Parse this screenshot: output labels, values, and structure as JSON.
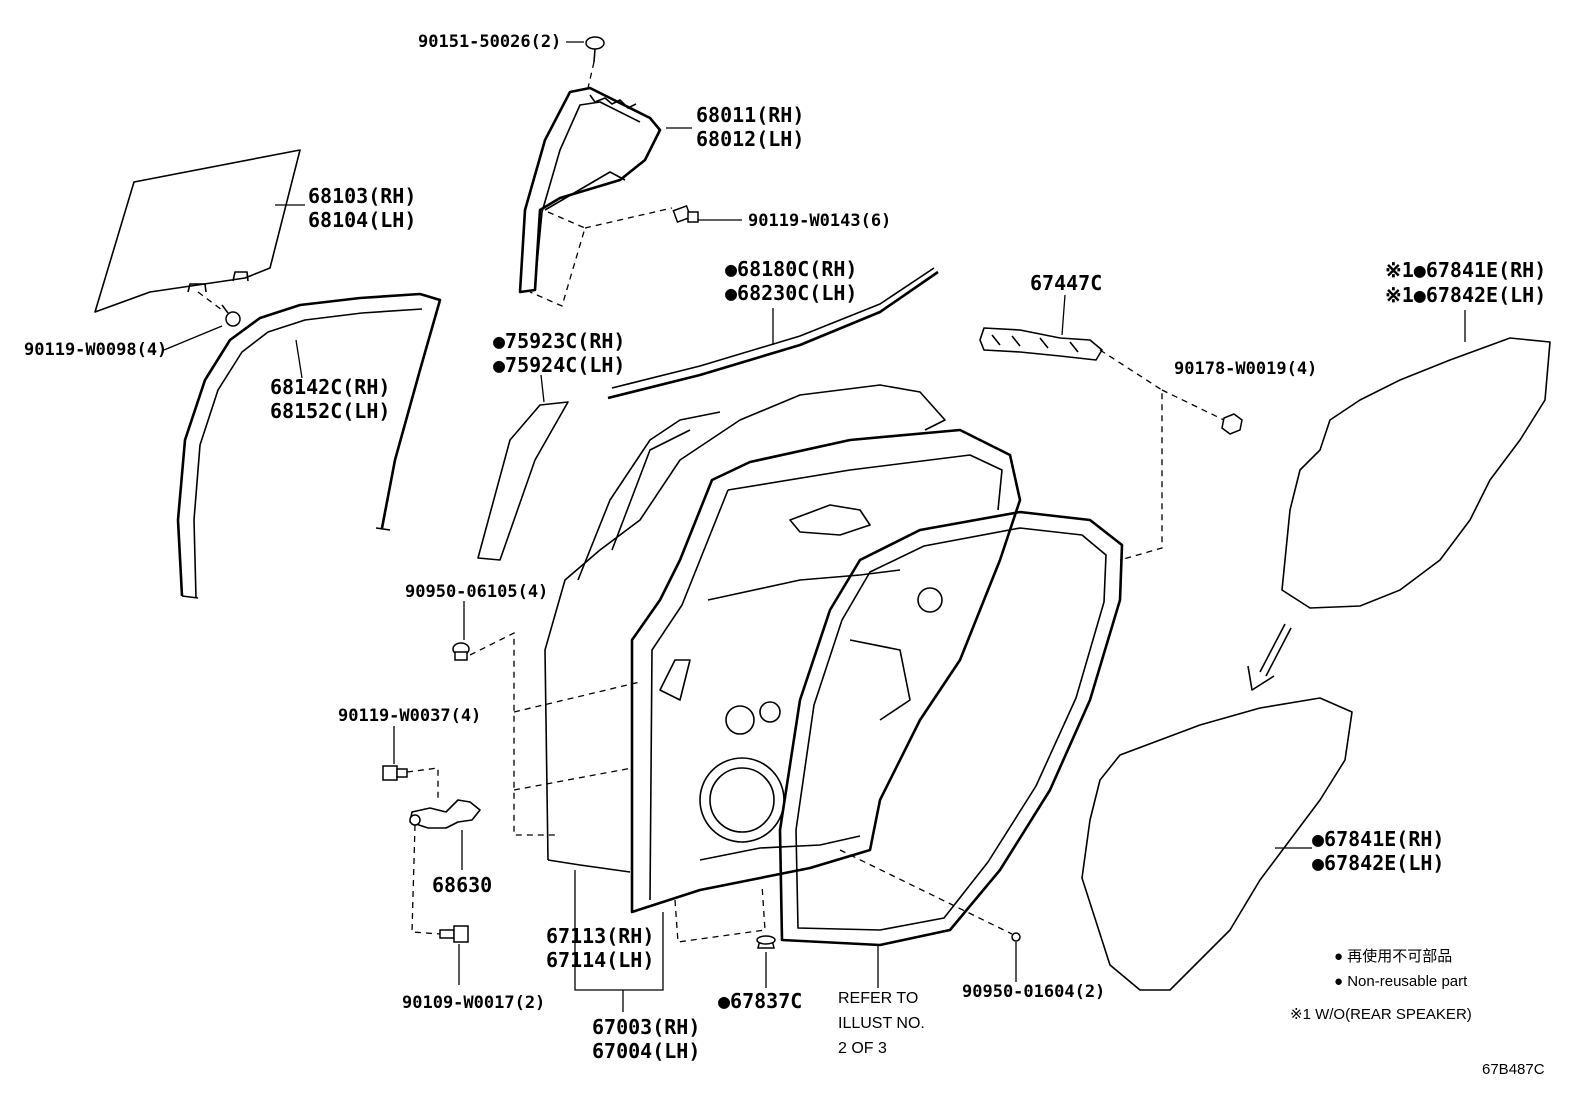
{
  "diagram": {
    "labels": {
      "clip_top": "90151-50026(2)",
      "frame_rh": "68011(RH)",
      "frame_lh": "68012(LH)",
      "bolt_frame": "90119-W0143(6)",
      "glass_rh": "68103(RH)",
      "glass_lh": "68104(LH)",
      "bolt_glass": "90119-W0098(4)",
      "run_rh": "68142C(RH)",
      "run_lh": "68152C(LH)",
      "belt_rh": "●68180C(RH)",
      "belt_lh": "●68230C(LH)",
      "garnish_rh": "●75923C(RH)",
      "garnish_lh": "●75924C(LH)",
      "hinge_part": "67447C",
      "nut_hinge": "90178-W0019(4)",
      "cover_top_rh": "※1●67841E(RH)",
      "cover_top_lh": "※1●67842E(LH)",
      "screw_panel": "90950-06105(4)",
      "bolt_check": "90119-W0037(4)",
      "check_part": "68630",
      "bolt_bottom": "90109-W0017(2)",
      "weather_rh": "67113(RH)",
      "weather_lh": "67114(LH)",
      "panel_rh": "67003(RH)",
      "panel_lh": "67004(LH)",
      "plug": "●67837C",
      "refer_line1": "REFER TO",
      "refer_line2": "ILLUST NO.",
      "refer_line3": "2 OF 3",
      "clip_bottom": "90950-01604(2)",
      "cover_bottom_rh": "●67841E(RH)",
      "cover_bottom_lh": "●67842E(LH)"
    },
    "legend": {
      "jp": "● 再使用不可部品",
      "en": "● Non-reusable part",
      "note": "※1  W/O(REAR SPEAKER)"
    },
    "figure_code": "67B487C"
  }
}
